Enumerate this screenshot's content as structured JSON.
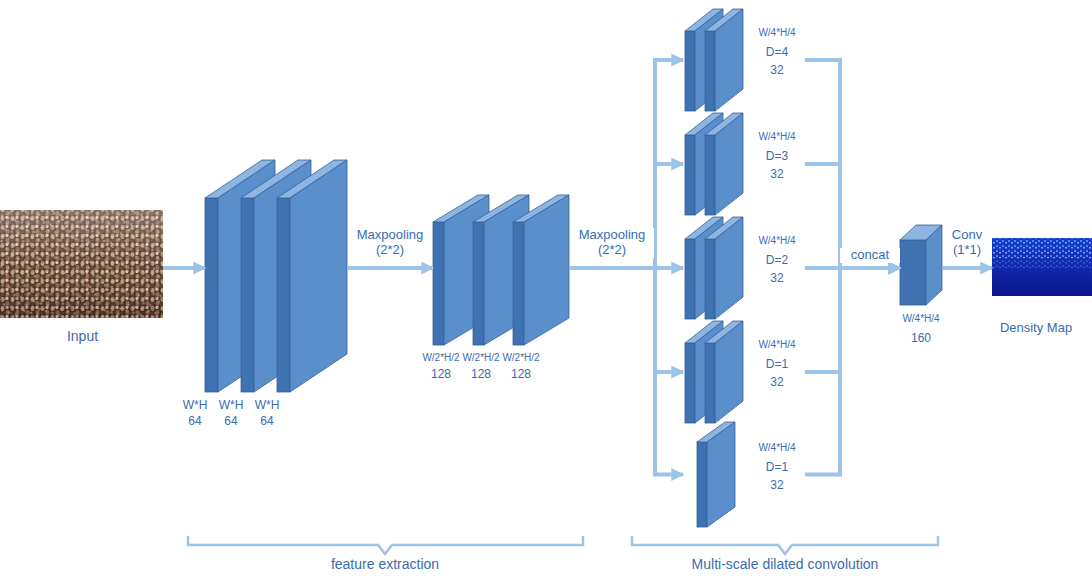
{
  "diagram": {
    "nodes": [
      {
        "text": [
          "Input"
        ]
      },
      {
        "text": [
          "W*H",
          "64",
          "W*H",
          "64",
          "W*H",
          "64"
        ]
      },
      {
        "text": [
          "W/2*H/2",
          "128",
          "W/2*H/2",
          "128",
          "W/2*H/2",
          "128"
        ]
      },
      {
        "text": [
          "W/4*H/4",
          "D=4",
          "32"
        ]
      },
      {
        "text": [
          "W/4*H/4",
          "D=3",
          "32"
        ]
      },
      {
        "text": [
          "W/4*H/4",
          "D=2",
          "32"
        ]
      },
      {
        "text": [
          "W/4*H/4",
          "D=1",
          "32"
        ]
      },
      {
        "text": [
          "W/4*H/4",
          "D=1",
          "32"
        ]
      },
      {
        "text": [
          "W/4*H/4",
          "160"
        ]
      },
      {
        "text": [
          "Density Map"
        ]
      }
    ],
    "edges": [
      {
        "from": 0,
        "to": 1,
        "arrow": "to"
      },
      {
        "from": 1,
        "to": 2,
        "label": "Maxpooling (2*2)",
        "arrow": "to"
      },
      {
        "from": 2,
        "to": 3,
        "arrow": "to"
      },
      {
        "from": 2,
        "to": 4,
        "arrow": "to"
      },
      {
        "from": 2,
        "to": 5,
        "label": "Maxpooling (2*2)",
        "arrow": "to"
      },
      {
        "from": 2,
        "to": 6,
        "arrow": "to"
      },
      {
        "from": 2,
        "to": 7,
        "arrow": "to"
      },
      {
        "from": 3,
        "to": 8,
        "arrow": "to"
      },
      {
        "from": 4,
        "to": 8,
        "arrow": "to"
      },
      {
        "from": 5,
        "to": 8,
        "label": "concat",
        "arrow": "to"
      },
      {
        "from": 6,
        "to": 8,
        "arrow": "to"
      },
      {
        "from": 7,
        "to": 8,
        "arrow": "to"
      },
      {
        "from": 8,
        "to": 9,
        "label": "Conv (1*1)",
        "arrow": "to"
      }
    ],
    "labels": [
      "feature extraction",
      "Multi-scale dilated convolution"
    ]
  }
}
